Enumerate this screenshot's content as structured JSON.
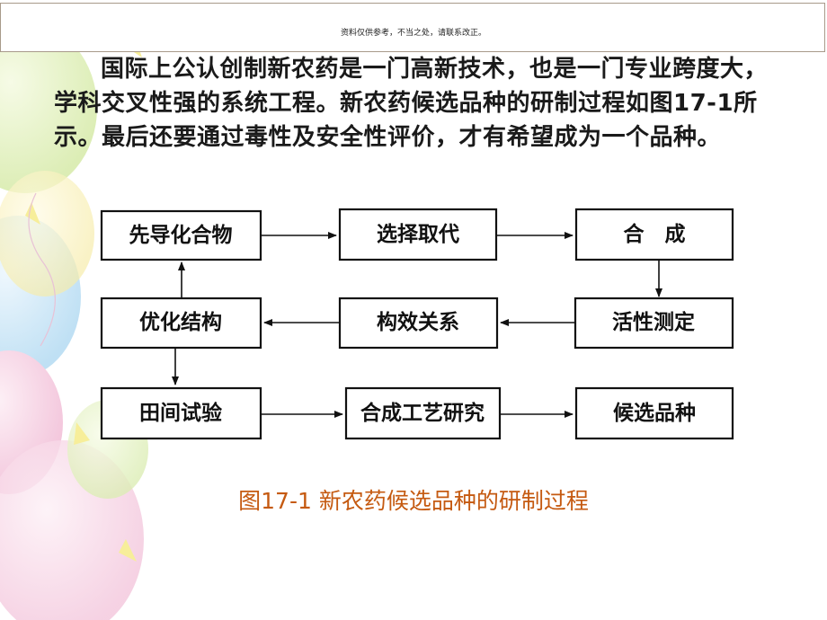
{
  "header": {
    "note": "资料仅供参考，不当之处，请联系改正。"
  },
  "body_text": "国际上公认创制新农药是一门高新技术，也是一门专业跨度大，学科交叉性强的系统工程。新农药候选品种的研制过程如图17-1所示。最后还要通过毒性及安全性评价，才有希望成为一个品种。",
  "diagram": {
    "boxes": {
      "lead": "先导化合物",
      "select": "选择取代",
      "synth": "合　成",
      "optimize": "优化结构",
      "sar": "构效关系",
      "activity": "活性测定",
      "field": "田间试验",
      "process": "合成工艺研究",
      "candidate": "候选品种"
    }
  },
  "caption": "图17-1 新农药候选品种的研制过程",
  "colors": {
    "caption": "#c55a11",
    "frame": "#a89a8a"
  }
}
